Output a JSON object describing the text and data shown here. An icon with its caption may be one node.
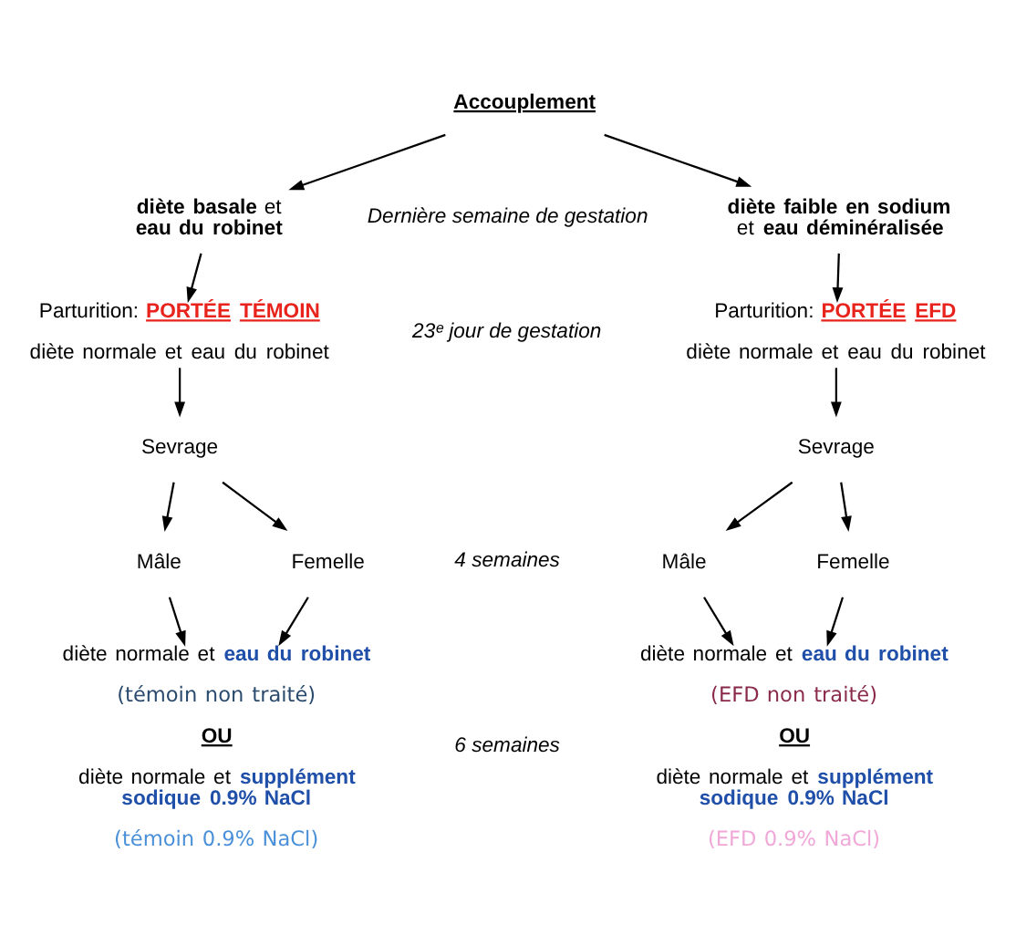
{
  "diagram": {
    "nodes": [
      {
        "text": [
          "Accouplement"
        ]
      },
      {
        "text": [
          "**diète basale** et **eau du robinet**"
        ]
      },
      {
        "text": [
          "**diète faible en sodium** et **eau déminéralisée**"
        ]
      },
      {
        "text": [
          "Parturition: **PORTÉE TÉMOIN**",
          "diète normale et eau du robinet"
        ]
      },
      {
        "text": [
          "Parturition: **PORTÉE EFD**",
          "diète normale et eau du robinet"
        ]
      },
      {
        "text": [
          "Sevrage"
        ]
      },
      {
        "text": [
          "Sevrage"
        ]
      },
      {
        "text": [
          "Femelle"
        ]
      },
      {
        "text": [
          "Mâle"
        ]
      },
      {
        "text": [
          "Femelle"
        ]
      },
      {
        "text": [
          "Mâle"
        ]
      },
      {
        "text": [
          "diète normale et **eau du robinet**",
          "(témoin non traité)",
          "OU",
          "diète normale et **supplément sodique 0.9% NaCl**",
          "(témoin 0.9% NaCl)"
        ]
      },
      {
        "text": [
          "diète normale et **eau du robinet**",
          "(EFD non traité)",
          "OU",
          "diète normale et **supplément sodique 0.9% NaCl**",
          "(EFD 0.9% NaCl)"
        ]
      }
    ],
    "edges": [
      {
        "from": 0,
        "to": 1,
        "arrow": "to"
      },
      {
        "from": 0,
        "to": 2,
        "arrow": "to"
      },
      {
        "from": 1,
        "to": 3,
        "arrow": "to"
      },
      {
        "from": 2,
        "to": 4,
        "arrow": "to"
      },
      {
        "from": 3,
        "to": 5,
        "arrow": "to"
      },
      {
        "from": 4,
        "to": 6,
        "arrow": "to"
      },
      {
        "from": 5,
        "to": 7,
        "arrow": "to"
      },
      {
        "from": 5,
        "to": 8,
        "arrow": "to"
      },
      {
        "from": 6,
        "to": 9,
        "arrow": "to"
      },
      {
        "from": 6,
        "to": 10,
        "arrow": "to"
      },
      {
        "from": 7,
        "to": 11,
        "arrow": "to"
      },
      {
        "from": 8,
        "to": 11,
        "arrow": "to"
      },
      {
        "from": 9,
        "to": 12,
        "arrow": "to"
      },
      {
        "from": 10,
        "to": 12,
        "arrow": "to"
      }
    ],
    "labels": [
      "Dernière semaine de gestation",
      "23ᵉ jour de gestation",
      "4 semaines",
      "6 semaines"
    ]
  }
}
